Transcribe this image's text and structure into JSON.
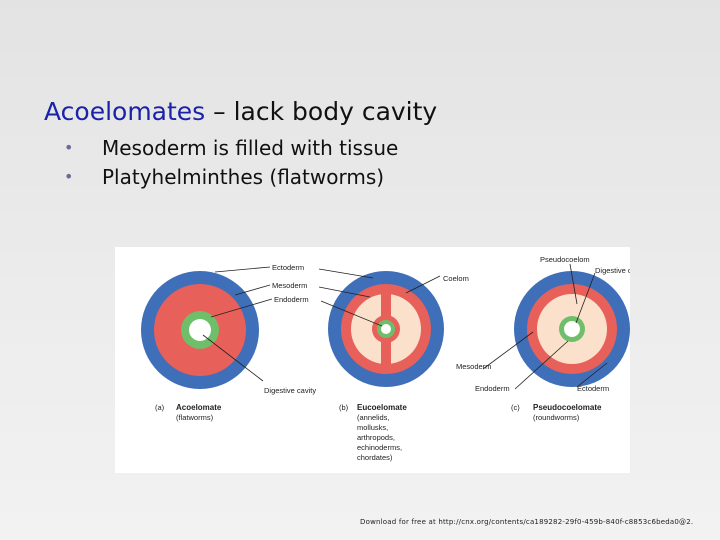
{
  "title": {
    "highlight": "Acoelomates",
    "rest": " – lack body cavity"
  },
  "bullets": [
    {
      "glyph": "•",
      "text": "Mesoderm is filled with tissue"
    },
    {
      "glyph": "•",
      "text": "Platyhelminthes (flatworms)"
    }
  ],
  "figure": {
    "colors": {
      "ectoderm": "#3f6fb8",
      "mesoderm": "#e8605a",
      "endoderm": "#6fbf6a",
      "cavity": "#ffffff",
      "pseudocoel": "#fbe1cc"
    },
    "panel_a": {
      "labels": {
        "ectoderm": "Ectoderm",
        "mesoderm": "Mesoderm",
        "endoderm": "Endoderm",
        "digestive_cavity": "Digestive cavity"
      },
      "letter": "(a)",
      "name": "Acoelomate",
      "examples": [
        "(flatworms)"
      ]
    },
    "panel_b": {
      "labels": {
        "coelom": "Coelom"
      },
      "letter": "(b)",
      "name": "Eucoelomate",
      "examples": [
        "(annelids,",
        "mollusks,",
        "arthropods,",
        "echinoderms,",
        "chordates)"
      ]
    },
    "panel_c": {
      "labels": {
        "pseudocoelom": "Pseudocoelom",
        "digestive_cavity": "Digestive cavity",
        "mesoderm": "Mesoderm",
        "endoderm": "Endoderm",
        "ectoderm": "Ectoderm"
      },
      "letter": "(c)",
      "name": "Pseudocoelomate",
      "examples": [
        "(roundworms)"
      ]
    }
  },
  "footer": "Download for free at http://cnx.org/contents/ca189282-29f0-459b-840f-c8853c6beda0@2."
}
